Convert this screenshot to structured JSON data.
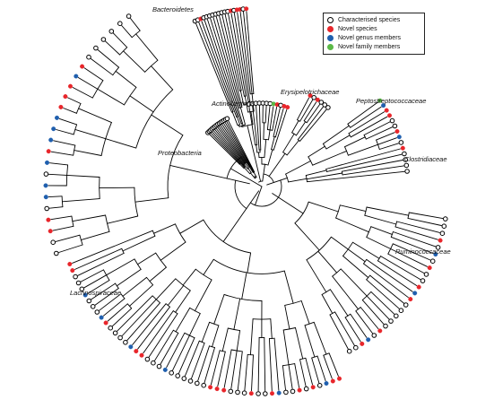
{
  "legend": {
    "items": [
      {
        "label": "Characterised species",
        "status": "characterised",
        "color": "#ffffff",
        "stroke": "#000000"
      },
      {
        "label": "Novel species",
        "status": "novel-species",
        "color": "#e8262b",
        "stroke": "#e8262b"
      },
      {
        "label": "Novel genus members",
        "status": "novel-genus",
        "color": "#1f5fae",
        "stroke": "#1f5fae"
      },
      {
        "label": "Novel family members",
        "status": "novel-family",
        "color": "#5bb947",
        "stroke": "#5bb947"
      }
    ]
  },
  "clades": {
    "bacteroidetes": "Bacteroidetes",
    "actinobacteria": "Actinobacteria",
    "erysipelotrichaceae": "Erysipelotrichaceae",
    "peptostreptococcaceae": "Peptostreptococcaceae",
    "proteobacteria": "Proteobacteria",
    "clostridiaceae": "Clostridiaceae",
    "ruminococcaceae": "Ruminococcaceae",
    "lachnospiraceae": "Lachnospiraceae"
  },
  "tips": {
    "bacteroidetes": [
      "c",
      "c",
      "r",
      "c",
      "c",
      "c",
      "c",
      "c",
      "c",
      "c",
      "c",
      "c",
      "r",
      "c",
      "r",
      "r",
      "c",
      "r"
    ],
    "actinobacteria": [
      "c",
      "c",
      "c",
      "c",
      "c",
      "c",
      "c",
      "c",
      "c",
      "c",
      "c",
      "c",
      "c",
      "c"
    ],
    "erysipelotrichaceae": [
      "c",
      "c",
      "c",
      "c",
      "c",
      "c",
      "c",
      "g",
      "r",
      "c",
      "r",
      "r"
    ],
    "peptostreptococcaceae": [
      "r",
      "c",
      "r",
      "c",
      "c",
      "c"
    ],
    "proteobacteria": [
      "c",
      "c",
      "r",
      "r",
      "c",
      "b",
      "b",
      "c",
      "b",
      "r",
      "b",
      "b",
      "b",
      "r",
      "r",
      "r",
      "b",
      "r",
      "c",
      "c",
      "c",
      "c",
      "c",
      "c"
    ],
    "clostridiaceae": [
      "g",
      "b",
      "r",
      "r",
      "c",
      "c",
      "r",
      "b",
      "c",
      "r",
      "c",
      "c",
      "c",
      "c"
    ],
    "ruminococcaceae": [
      "c",
      "c",
      "c",
      "r",
      "c",
      "b",
      "c",
      "r",
      "c",
      "c",
      "r",
      "b",
      "r",
      "c",
      "c",
      "c",
      "c",
      "c",
      "r",
      "c",
      "b",
      "r",
      "c",
      "c"
    ],
    "lachnospiraceae": [
      "r",
      "r",
      "b",
      "c",
      "r",
      "c",
      "r",
      "c",
      "c",
      "b",
      "r",
      "c",
      "c",
      "r",
      "c",
      "c",
      "c",
      "r",
      "r",
      "r",
      "c",
      "c",
      "c",
      "c",
      "c",
      "c",
      "b",
      "c",
      "c",
      "c",
      "r",
      "r",
      "b",
      "c",
      "c",
      "c",
      "c",
      "r",
      "b",
      "c",
      "c",
      "c",
      "b",
      "c",
      "c",
      "c",
      "r",
      "r"
    ]
  }
}
